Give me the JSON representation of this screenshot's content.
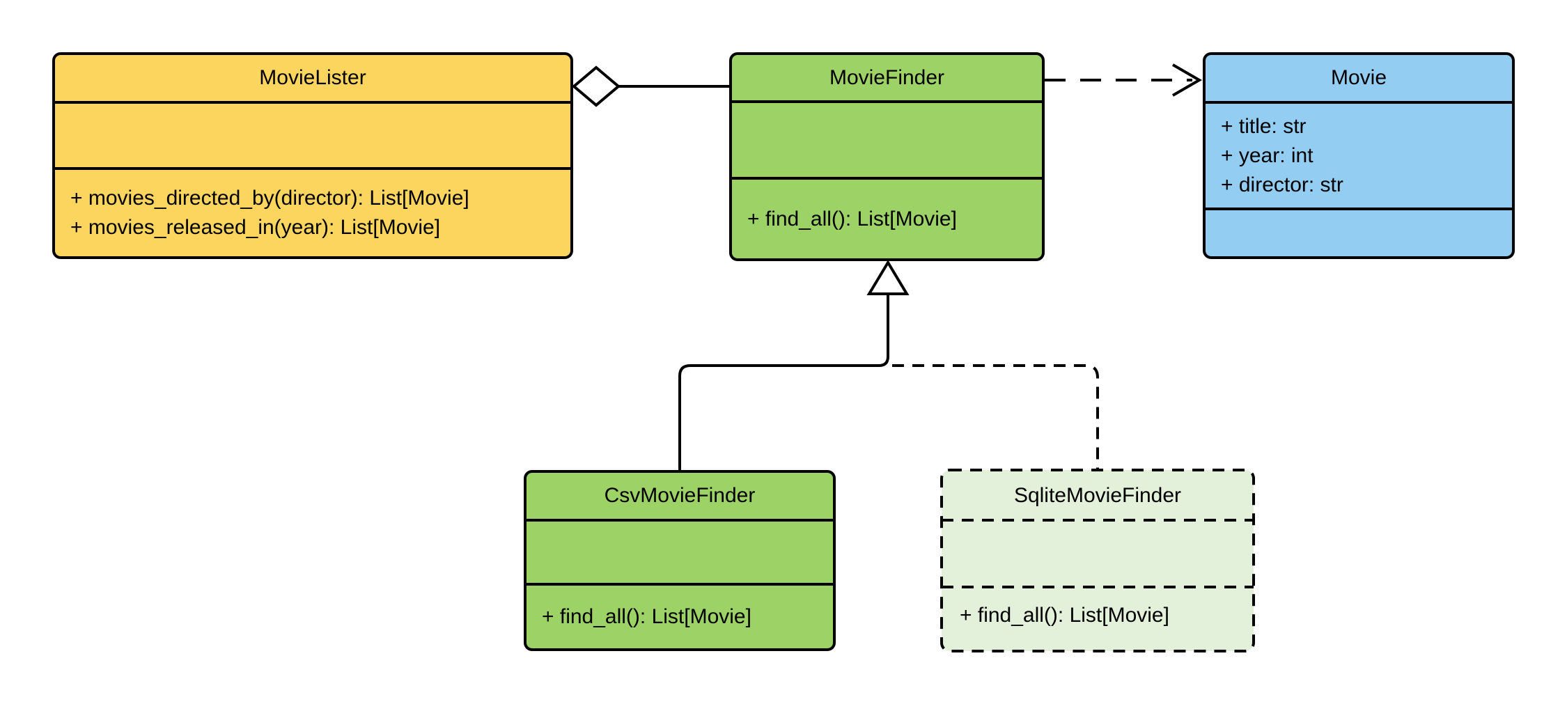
{
  "diagram": {
    "type": "uml-class-diagram",
    "colors": {
      "stroke": "#000000",
      "yellow": "#fbd55d",
      "green": "#9cd266",
      "blue": "#93cdf1",
      "pale_green": "#e3f0da",
      "background": "#ffffff"
    },
    "classes": [
      {
        "name": "MovieLister",
        "attributes": [],
        "methods": [
          "+ movies_directed_by(director): List[Movie]",
          "+ movies_released_in(year): List[Movie]"
        ],
        "fill": "#fbd55d",
        "border_style": "solid"
      },
      {
        "name": "MovieFinder",
        "attributes": [],
        "methods": [
          "+ find_all(): List[Movie]"
        ],
        "fill": "#9cd266",
        "border_style": "solid"
      },
      {
        "name": "Movie",
        "attributes": [
          "+ title: str",
          "+ year: int",
          "+ director: str"
        ],
        "methods": [],
        "fill": "#93cdf1",
        "border_style": "solid"
      },
      {
        "name": "CsvMovieFinder",
        "attributes": [],
        "methods": [
          "+ find_all(): List[Movie]"
        ],
        "fill": "#9cd266",
        "border_style": "solid"
      },
      {
        "name": "SqliteMovieFinder",
        "attributes": [],
        "methods": [
          "+ find_all(): List[Movie]"
        ],
        "fill": "#e3f0da",
        "border_style": "dashed"
      }
    ],
    "relationships": [
      {
        "type": "aggregation",
        "owner": "MovieLister",
        "part": "MovieFinder",
        "line_style": "solid",
        "marker": "hollow-diamond-at-owner"
      },
      {
        "type": "dependency",
        "from": "MovieFinder",
        "to": "Movie",
        "line_style": "dashed",
        "marker": "open-arrow-at-target"
      },
      {
        "type": "generalization",
        "child": "CsvMovieFinder",
        "parent": "MovieFinder",
        "line_style": "solid",
        "marker": "hollow-triangle-at-parent"
      },
      {
        "type": "generalization",
        "child": "SqliteMovieFinder",
        "parent": "MovieFinder",
        "line_style": "dashed",
        "marker": "hollow-triangle-at-parent"
      }
    ]
  }
}
